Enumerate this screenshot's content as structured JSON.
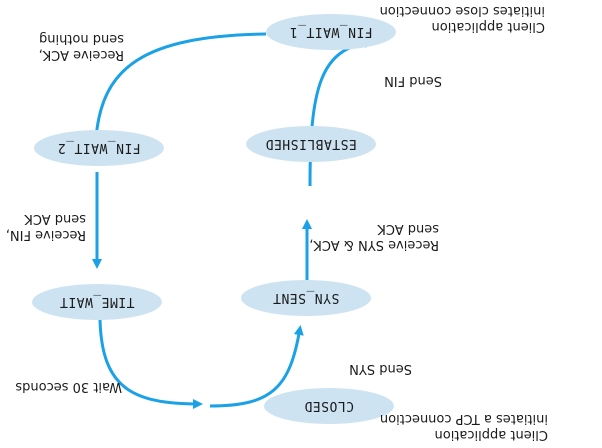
{
  "states": {
    "closed": "CLOSED",
    "syn_sent": "SYN_SENT",
    "established": "ESTABLISHED",
    "fin_wait_1": "FIN_WAIT_1",
    "fin_wait_2": "FIN_WAIT_2",
    "time_wait": "TIME_WAIT"
  },
  "transitions": {
    "closed_to_syn_sent": {
      "line1": "Client application",
      "line2": "initiates a TCP connection",
      "line3": "Send SYN"
    },
    "syn_sent_to_established": {
      "line1": "Receive SYN & ACK,",
      "line2": "send ACK"
    },
    "established_to_fin_wait_1": {
      "line1": "Send FIN"
    },
    "fin_wait_1_top": {
      "line1": "Client application",
      "line2": "initiates close connection"
    },
    "fin_wait_1_to_fin_wait_2": {
      "line1": "Receive ACK,",
      "line2": "send nothing"
    },
    "fin_wait_2_to_time_wait": {
      "line1": "Receive FIN,",
      "line2": "send ACK"
    },
    "time_wait_to_closed": {
      "line1": "Wait 30 seconds"
    }
  },
  "colors": {
    "arrow": "#1aa1e6",
    "node_fill": "#cde3f1"
  }
}
